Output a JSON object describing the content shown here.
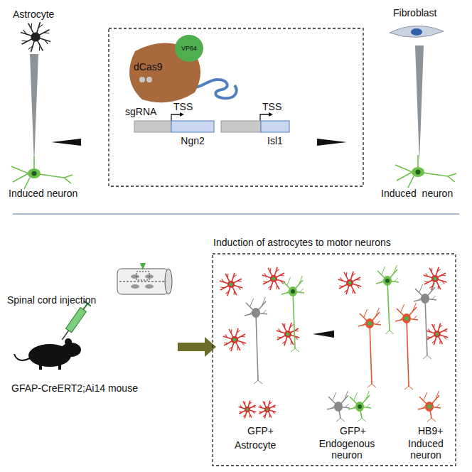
{
  "diagram": {
    "nodes": [
      {
        "text": [
          "dCas9"
        ]
      },
      {
        "text": [
          "VP64"
        ]
      },
      {
        "text": [
          "Ngn2"
        ]
      },
      {
        "text": [
          "Isl1"
        ]
      },
      {
        "text": [
          "Induction of astrocytes to motor neurons"
        ]
      }
    ],
    "labels": [
      "Astrocyte",
      "Induced neuron",
      "Fibroblast",
      "Induced  neuron",
      "sgRNA",
      "TSS",
      "TSS",
      "Spinal cord injection",
      "GFAP-CreERT2;Ai14 mouse",
      "GFP+",
      "Astrocyte",
      "GFP+",
      "Endogenous neuron",
      "HB9+",
      "Induced neuron"
    ]
  }
}
